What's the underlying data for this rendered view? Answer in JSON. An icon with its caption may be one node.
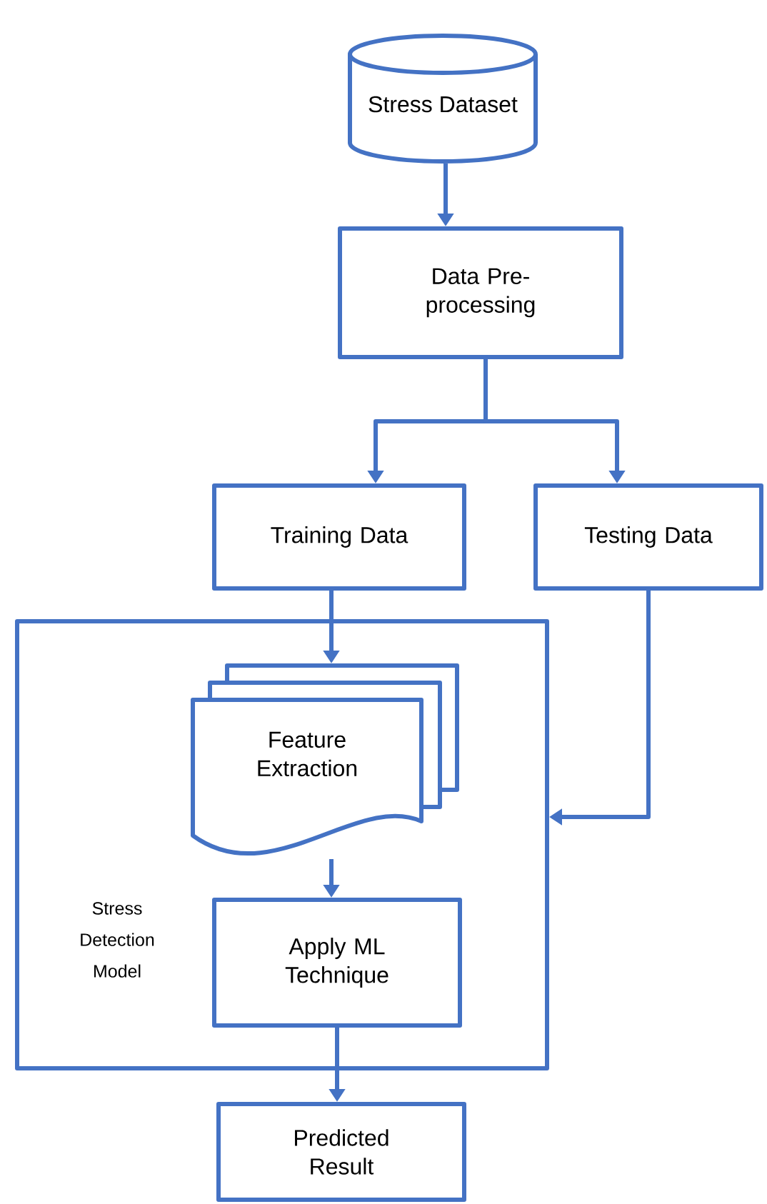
{
  "diagram": {
    "nodes": [
      {
        "text": [
          "Stress Dataset"
        ]
      },
      {
        "text": [
          "Data Pre-processing"
        ]
      },
      {
        "text": [
          "Training Data"
        ]
      },
      {
        "text": [
          "Testing Data"
        ]
      },
      {
        "text": [
          "Stress Detection Model"
        ]
      },
      {
        "text": [
          "Feature Extraction"
        ],
        "in": 4
      },
      {
        "text": [
          "Apply ML Technique"
        ],
        "in": 4
      },
      {
        "text": [
          "Predicted Result"
        ]
      }
    ],
    "edges": [
      {
        "from": 0,
        "to": 1,
        "arrow": "to"
      },
      {
        "from": 1,
        "to": 2,
        "arrow": "to"
      },
      {
        "from": 1,
        "to": 3,
        "arrow": "to"
      },
      {
        "from": 2,
        "to": 5,
        "arrow": "to"
      },
      {
        "from": 3,
        "to": 4,
        "arrow": "to"
      },
      {
        "from": 5,
        "to": 6,
        "arrow": "to"
      },
      {
        "from": 6,
        "to": 7,
        "arrow": "to"
      }
    ]
  }
}
